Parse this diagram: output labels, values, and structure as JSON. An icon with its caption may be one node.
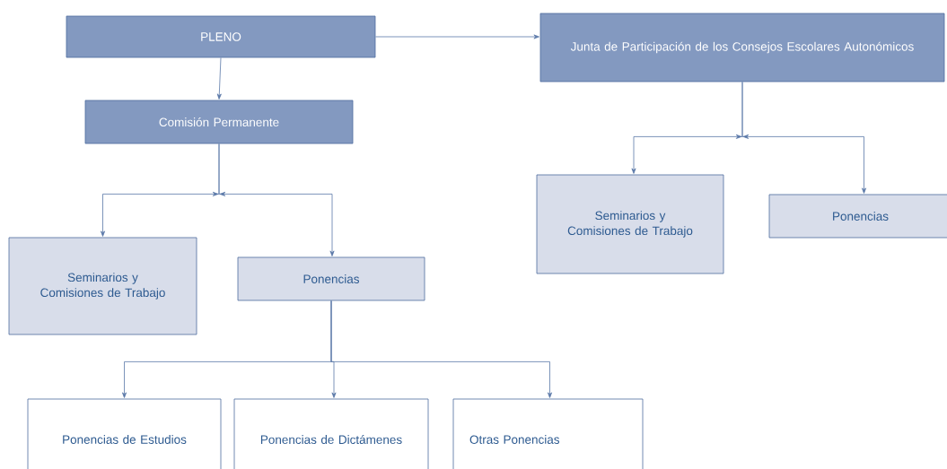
{
  "diagram": {
    "nodes": [
      {
        "text": [
          "PLENO"
        ]
      },
      {
        "text": [
          "Comisión Permanente"
        ]
      },
      {
        "text": [
          "Junta de Participación de los Consejos Escolares Autonómicos"
        ]
      },
      {
        "text": [
          "Seminarios y Comisiones de Trabajo"
        ]
      },
      {
        "text": [
          "Ponencias"
        ]
      },
      {
        "text": [
          "Seminarios y Comisiones de Trabajo"
        ]
      },
      {
        "text": [
          "Ponencias"
        ]
      },
      {
        "text": [
          "Ponencias de Estudios"
        ]
      },
      {
        "text": [
          "Ponencias de Dictámenes"
        ]
      },
      {
        "text": [
          "Otras Ponencias"
        ]
      }
    ],
    "edges": [
      {
        "from": 0,
        "to": 1,
        "arrow": "to"
      },
      {
        "from": 0,
        "to": 2,
        "arrow": "to"
      },
      {
        "from": 1,
        "to": 3,
        "arrow": "to"
      },
      {
        "from": 1,
        "to": 4,
        "arrow": "to"
      },
      {
        "from": 2,
        "to": 5,
        "arrow": "to"
      },
      {
        "from": 2,
        "to": 6,
        "arrow": "to"
      },
      {
        "from": 4,
        "to": 7,
        "arrow": "to"
      },
      {
        "from": 4,
        "to": 8,
        "arrow": "to"
      },
      {
        "from": 4,
        "to": 9,
        "arrow": "to"
      }
    ]
  }
}
